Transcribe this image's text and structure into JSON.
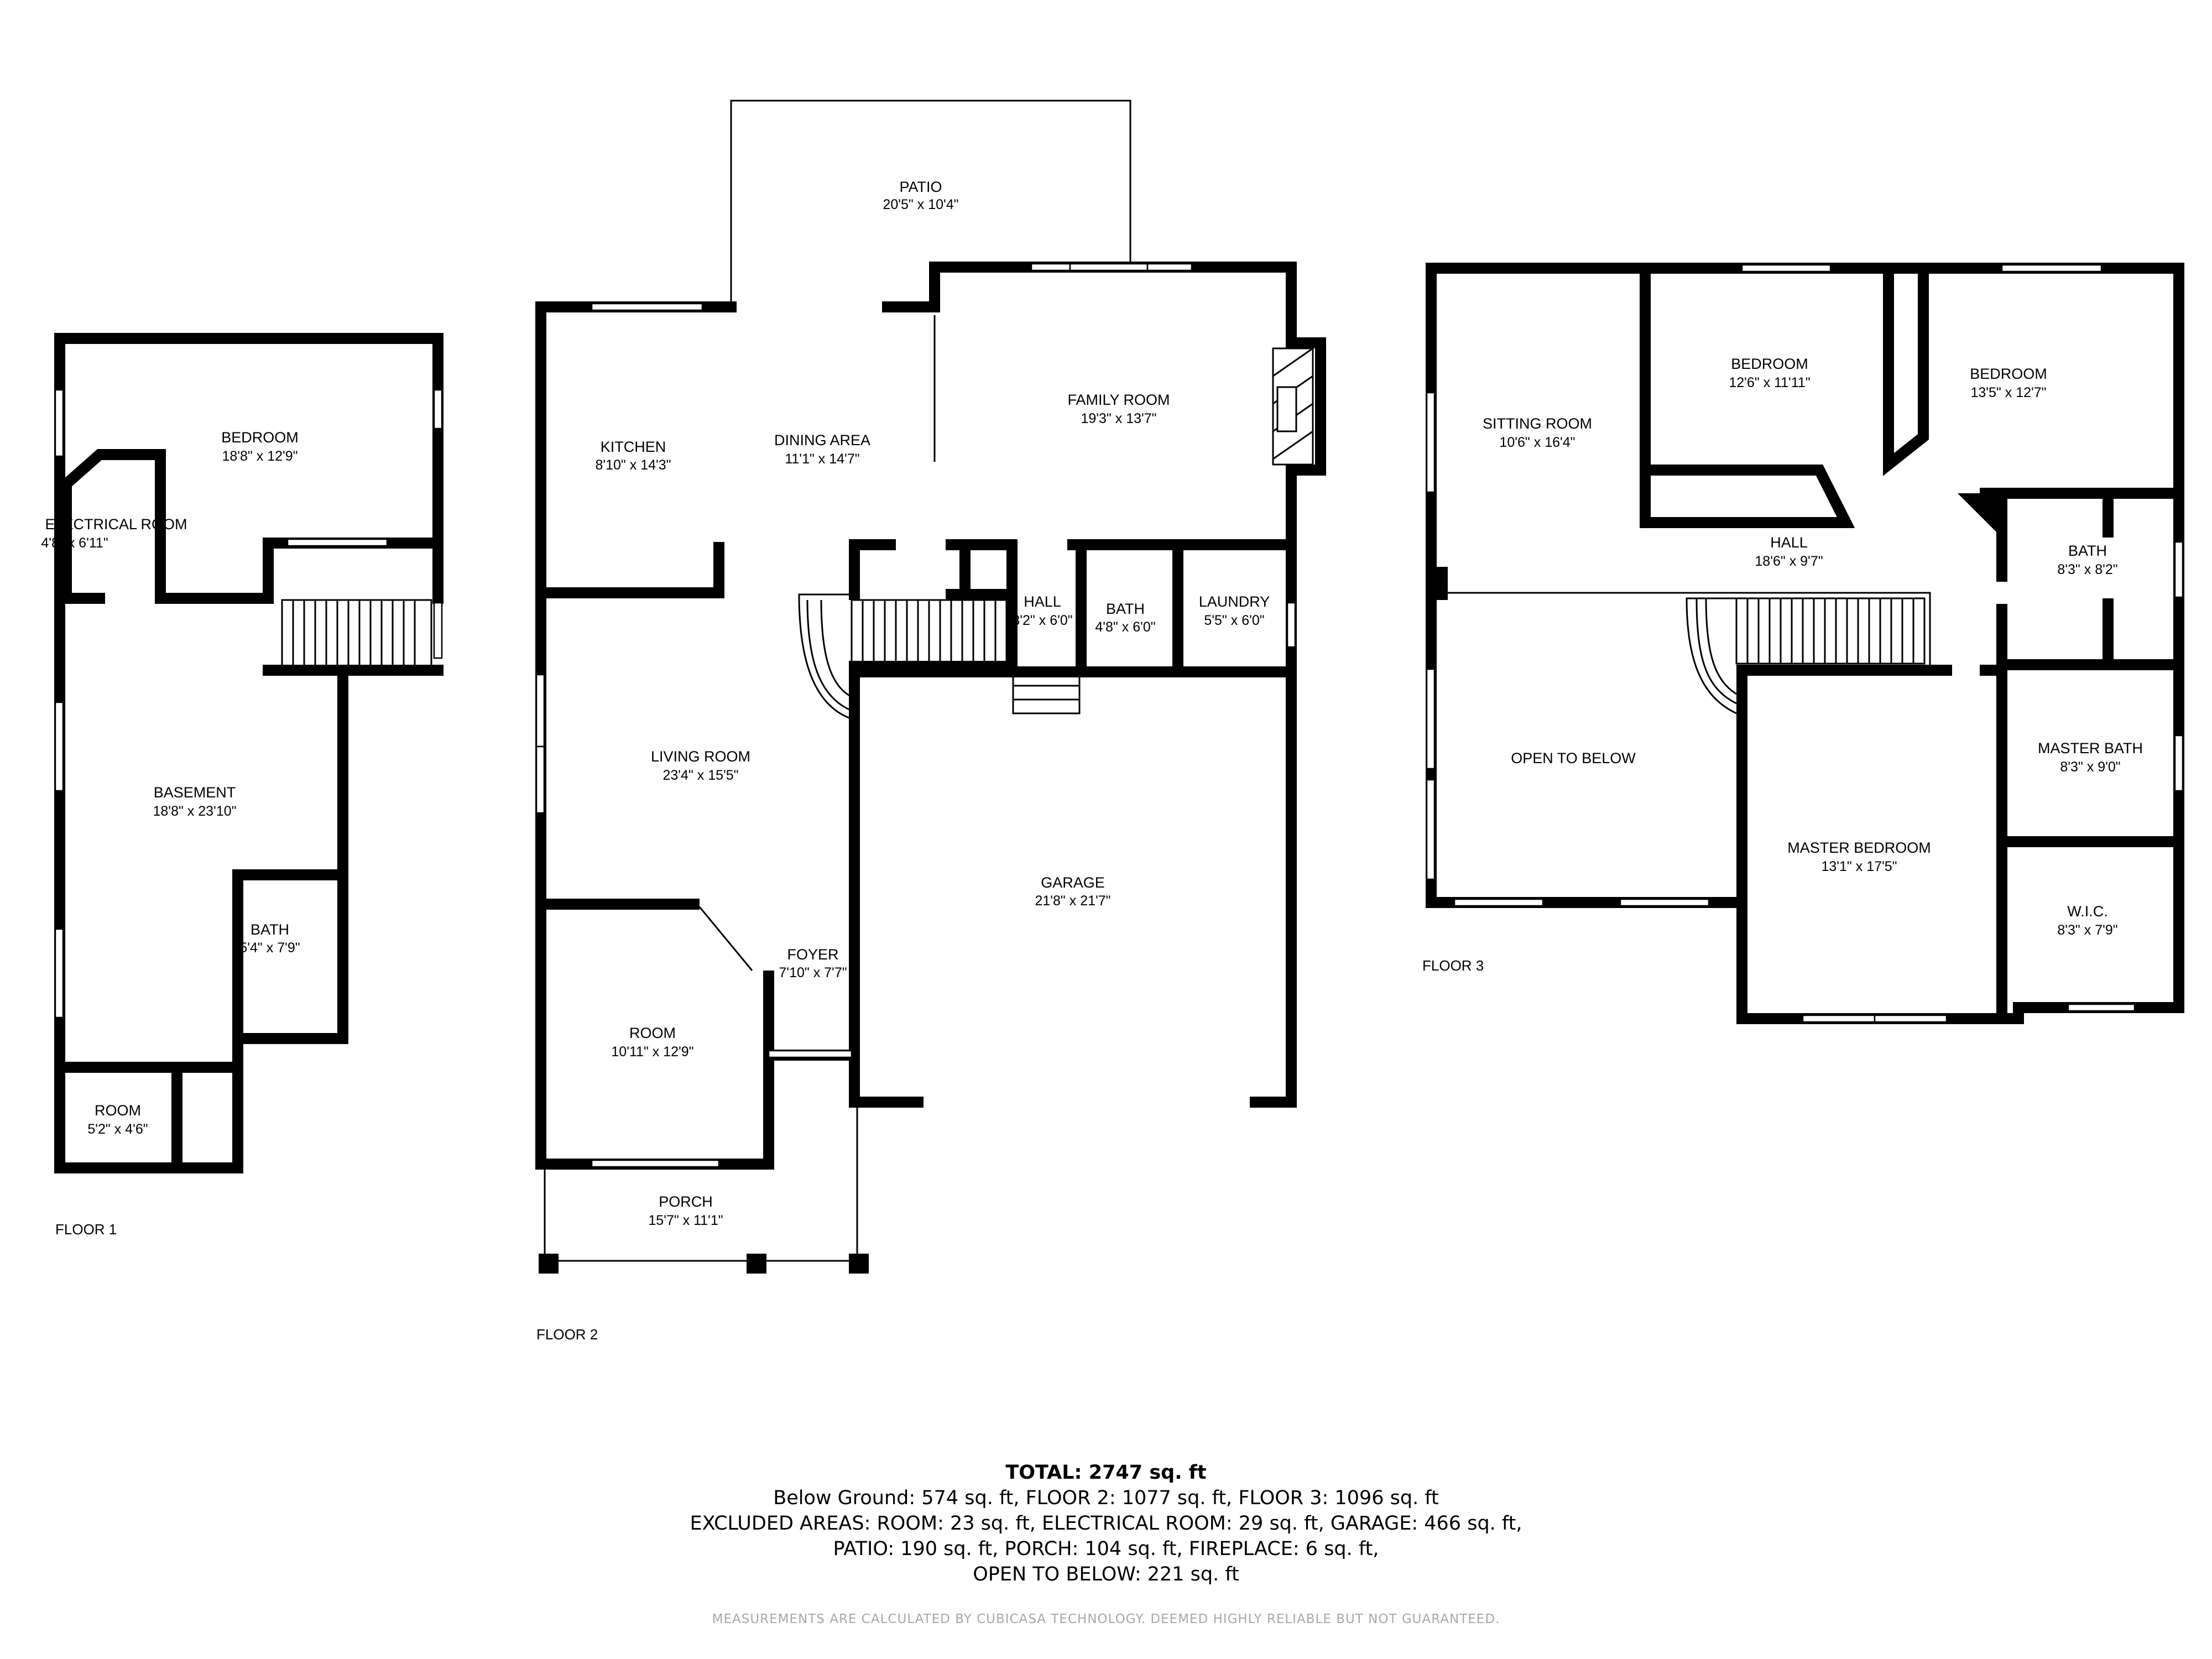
{
  "floors": [
    {
      "label": "FLOOR 1",
      "rooms": [
        {
          "name": "BEDROOM",
          "dims": "18'8\" x 12'9\""
        },
        {
          "name": "ELECTRICAL ROOM",
          "dims": "4'8\" x 6'11\""
        },
        {
          "name": "BASEMENT",
          "dims": "18'8\" x 23'10\""
        },
        {
          "name": "BATH",
          "dims": "5'4\" x 7'9\""
        },
        {
          "name": "ROOM",
          "dims": "5'2\" x 4'6\""
        }
      ]
    },
    {
      "label": "FLOOR 2",
      "rooms": [
        {
          "name": "PATIO",
          "dims": "20'5\" x 10'4\""
        },
        {
          "name": "FAMILY ROOM",
          "dims": "19'3\" x 13'7\""
        },
        {
          "name": "KITCHEN",
          "dims": "8'10\" x 14'3\""
        },
        {
          "name": "DINING AREA",
          "dims": "11'1\" x 14'7\""
        },
        {
          "name": "HALL",
          "dims": "3'2\" x 6'0\""
        },
        {
          "name": "BATH",
          "dims": "4'8\" x 6'0\""
        },
        {
          "name": "LAUNDRY",
          "dims": "5'5\" x 6'0\""
        },
        {
          "name": "LIVING ROOM",
          "dims": "23'4\" x 15'5\""
        },
        {
          "name": "GARAGE",
          "dims": "21'8\" x 21'7\""
        },
        {
          "name": "FOYER",
          "dims": "7'10\" x 7'7\""
        },
        {
          "name": "ROOM",
          "dims": "10'11\" x 12'9\""
        },
        {
          "name": "PORCH",
          "dims": "15'7\" x 11'1\""
        }
      ]
    },
    {
      "label": "FLOOR 3",
      "rooms": [
        {
          "name": "SITTING ROOM",
          "dims": "10'6\" x 16'4\""
        },
        {
          "name": "BEDROOM",
          "dims": "12'6\" x 11'11\""
        },
        {
          "name": "BEDROOM",
          "dims": "13'5\" x 12'7\""
        },
        {
          "name": "HALL",
          "dims": "18'6\" x 9'7\""
        },
        {
          "name": "BATH",
          "dims": "8'3\" x 8'2\""
        },
        {
          "name": "OPEN TO BELOW",
          "dims": ""
        },
        {
          "name": "MASTER BATH",
          "dims": "8'3\" x 9'0\""
        },
        {
          "name": "MASTER BEDROOM",
          "dims": "13'1\" x 17'5\""
        },
        {
          "name": "W.I.C.",
          "dims": "8'3\" x 7'9\""
        }
      ]
    }
  ],
  "summary": {
    "total": "TOTAL: 2747 sq. ft",
    "line1": "Below Ground: 574 sq. ft, FLOOR 2: 1077 sq. ft, FLOOR 3: 1096 sq. ft",
    "line2": "EXCLUDED AREAS: ROOM: 23 sq. ft, ELECTRICAL ROOM: 29 sq. ft, GARAGE: 466 sq. ft,",
    "line3": "PATIO: 190 sq. ft, PORCH: 104 sq. ft, FIREPLACE: 6 sq. ft,",
    "line4": "OPEN TO BELOW: 221 sq. ft"
  },
  "disclaimer": "MEASUREMENTS ARE CALCULATED BY CUBICASA TECHNOLOGY. DEEMED HIGHLY RELIABLE BUT NOT GUARANTEED.",
  "colors": {
    "walls": "#000000",
    "background": "#ffffff",
    "disclaimer": "#a8a8a8"
  }
}
